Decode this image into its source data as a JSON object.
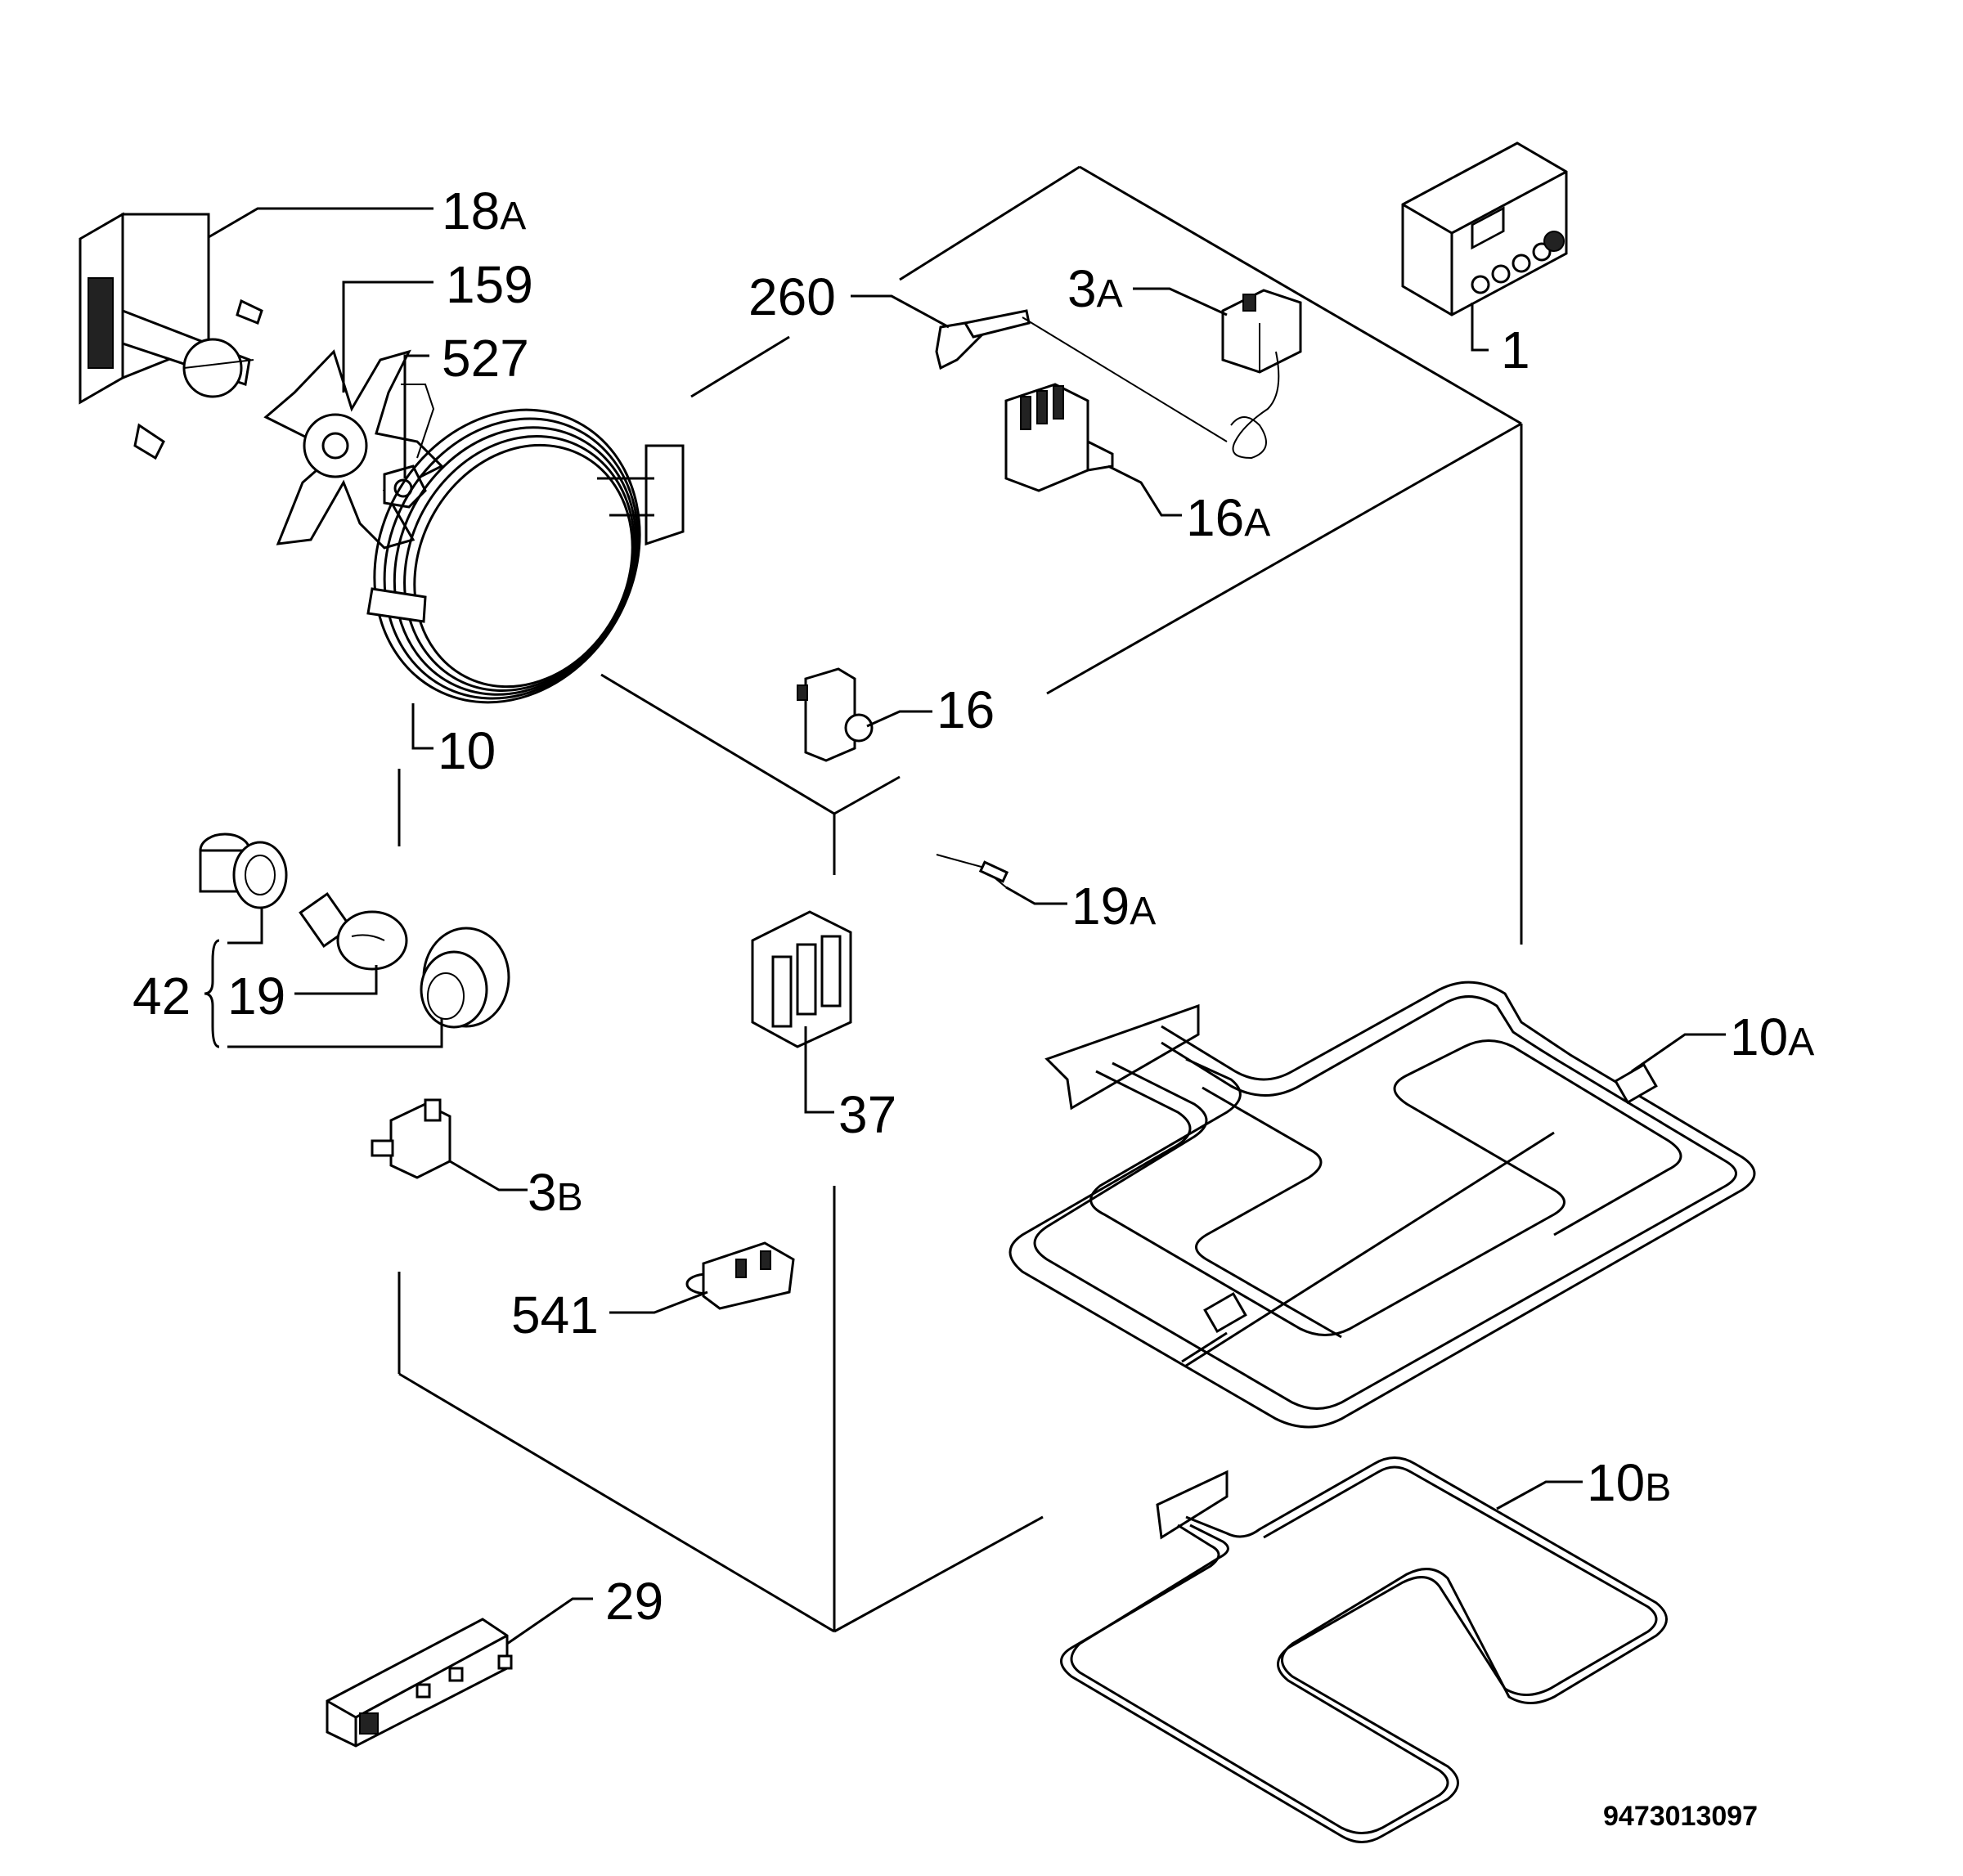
{
  "diagram_code": "9473013097",
  "parts": [
    {
      "key": "18A",
      "num": "18",
      "suffix": "A"
    },
    {
      "key": "159",
      "num": "159",
      "suffix": ""
    },
    {
      "key": "527",
      "num": "527",
      "suffix": ""
    },
    {
      "key": "10",
      "num": "10",
      "suffix": ""
    },
    {
      "key": "260",
      "num": "260",
      "suffix": ""
    },
    {
      "key": "3A",
      "num": "3",
      "suffix": "A"
    },
    {
      "key": "1",
      "num": "1",
      "suffix": ""
    },
    {
      "key": "16A",
      "num": "16",
      "suffix": "A"
    },
    {
      "key": "16",
      "num": "16",
      "suffix": ""
    },
    {
      "key": "19A",
      "num": "19",
      "suffix": "A"
    },
    {
      "key": "42",
      "num": "42",
      "suffix": ""
    },
    {
      "key": "19",
      "num": "19",
      "suffix": ""
    },
    {
      "key": "10A",
      "num": "10",
      "suffix": "A"
    },
    {
      "key": "37",
      "num": "37",
      "suffix": ""
    },
    {
      "key": "3B",
      "num": "3",
      "suffix": "B"
    },
    {
      "key": "541",
      "num": "541",
      "suffix": ""
    },
    {
      "key": "10B",
      "num": "10",
      "suffix": "B"
    },
    {
      "key": "29",
      "num": "29",
      "suffix": ""
    }
  ]
}
